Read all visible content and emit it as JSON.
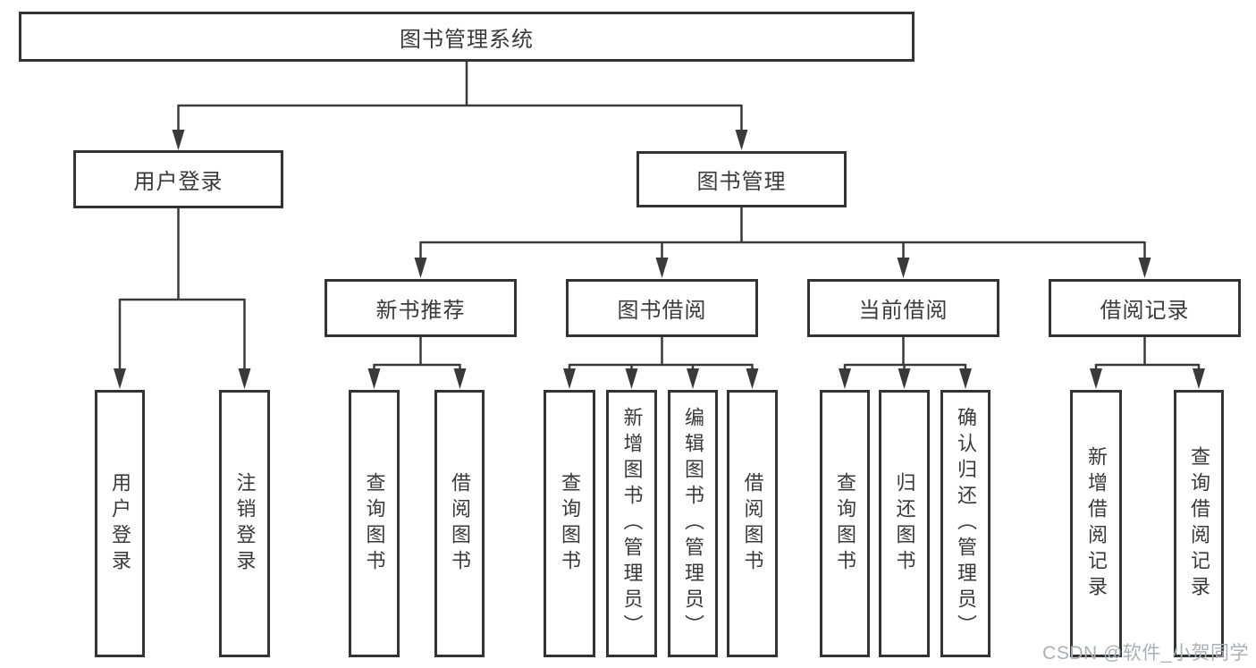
{
  "tree": {
    "label": "图书管理系统",
    "children": [
      {
        "label": "用户登录",
        "children": [
          {
            "label": "用户登录"
          },
          {
            "label": "注销登录"
          }
        ]
      },
      {
        "label": "图书管理",
        "children": [
          {
            "label": "新书推荐",
            "children": [
              {
                "label": "查询图书"
              },
              {
                "label": "借阅图书"
              }
            ]
          },
          {
            "label": "图书借阅",
            "children": [
              {
                "label": "查询图书"
              },
              {
                "label": "新增图书（管理员）"
              },
              {
                "label": "编辑图书（管理员）"
              },
              {
                "label": "借阅图书"
              }
            ]
          },
          {
            "label": "当前借阅",
            "children": [
              {
                "label": "查询图书"
              },
              {
                "label": "归还图书"
              },
              {
                "label": "确认归还（管理员）"
              }
            ]
          },
          {
            "label": "借阅记录",
            "children": [
              {
                "label": "新增借阅记录"
              },
              {
                "label": "查询借阅记录"
              }
            ]
          }
        ]
      }
    ]
  },
  "watermark": {
    "text": "CSDN @软件_小贺同学"
  },
  "colors": {
    "line": "#3a3a3a",
    "box_border": "#333333",
    "text": "#3a3a3a",
    "watermark": "#aab0b5",
    "background": "#ffffff"
  }
}
